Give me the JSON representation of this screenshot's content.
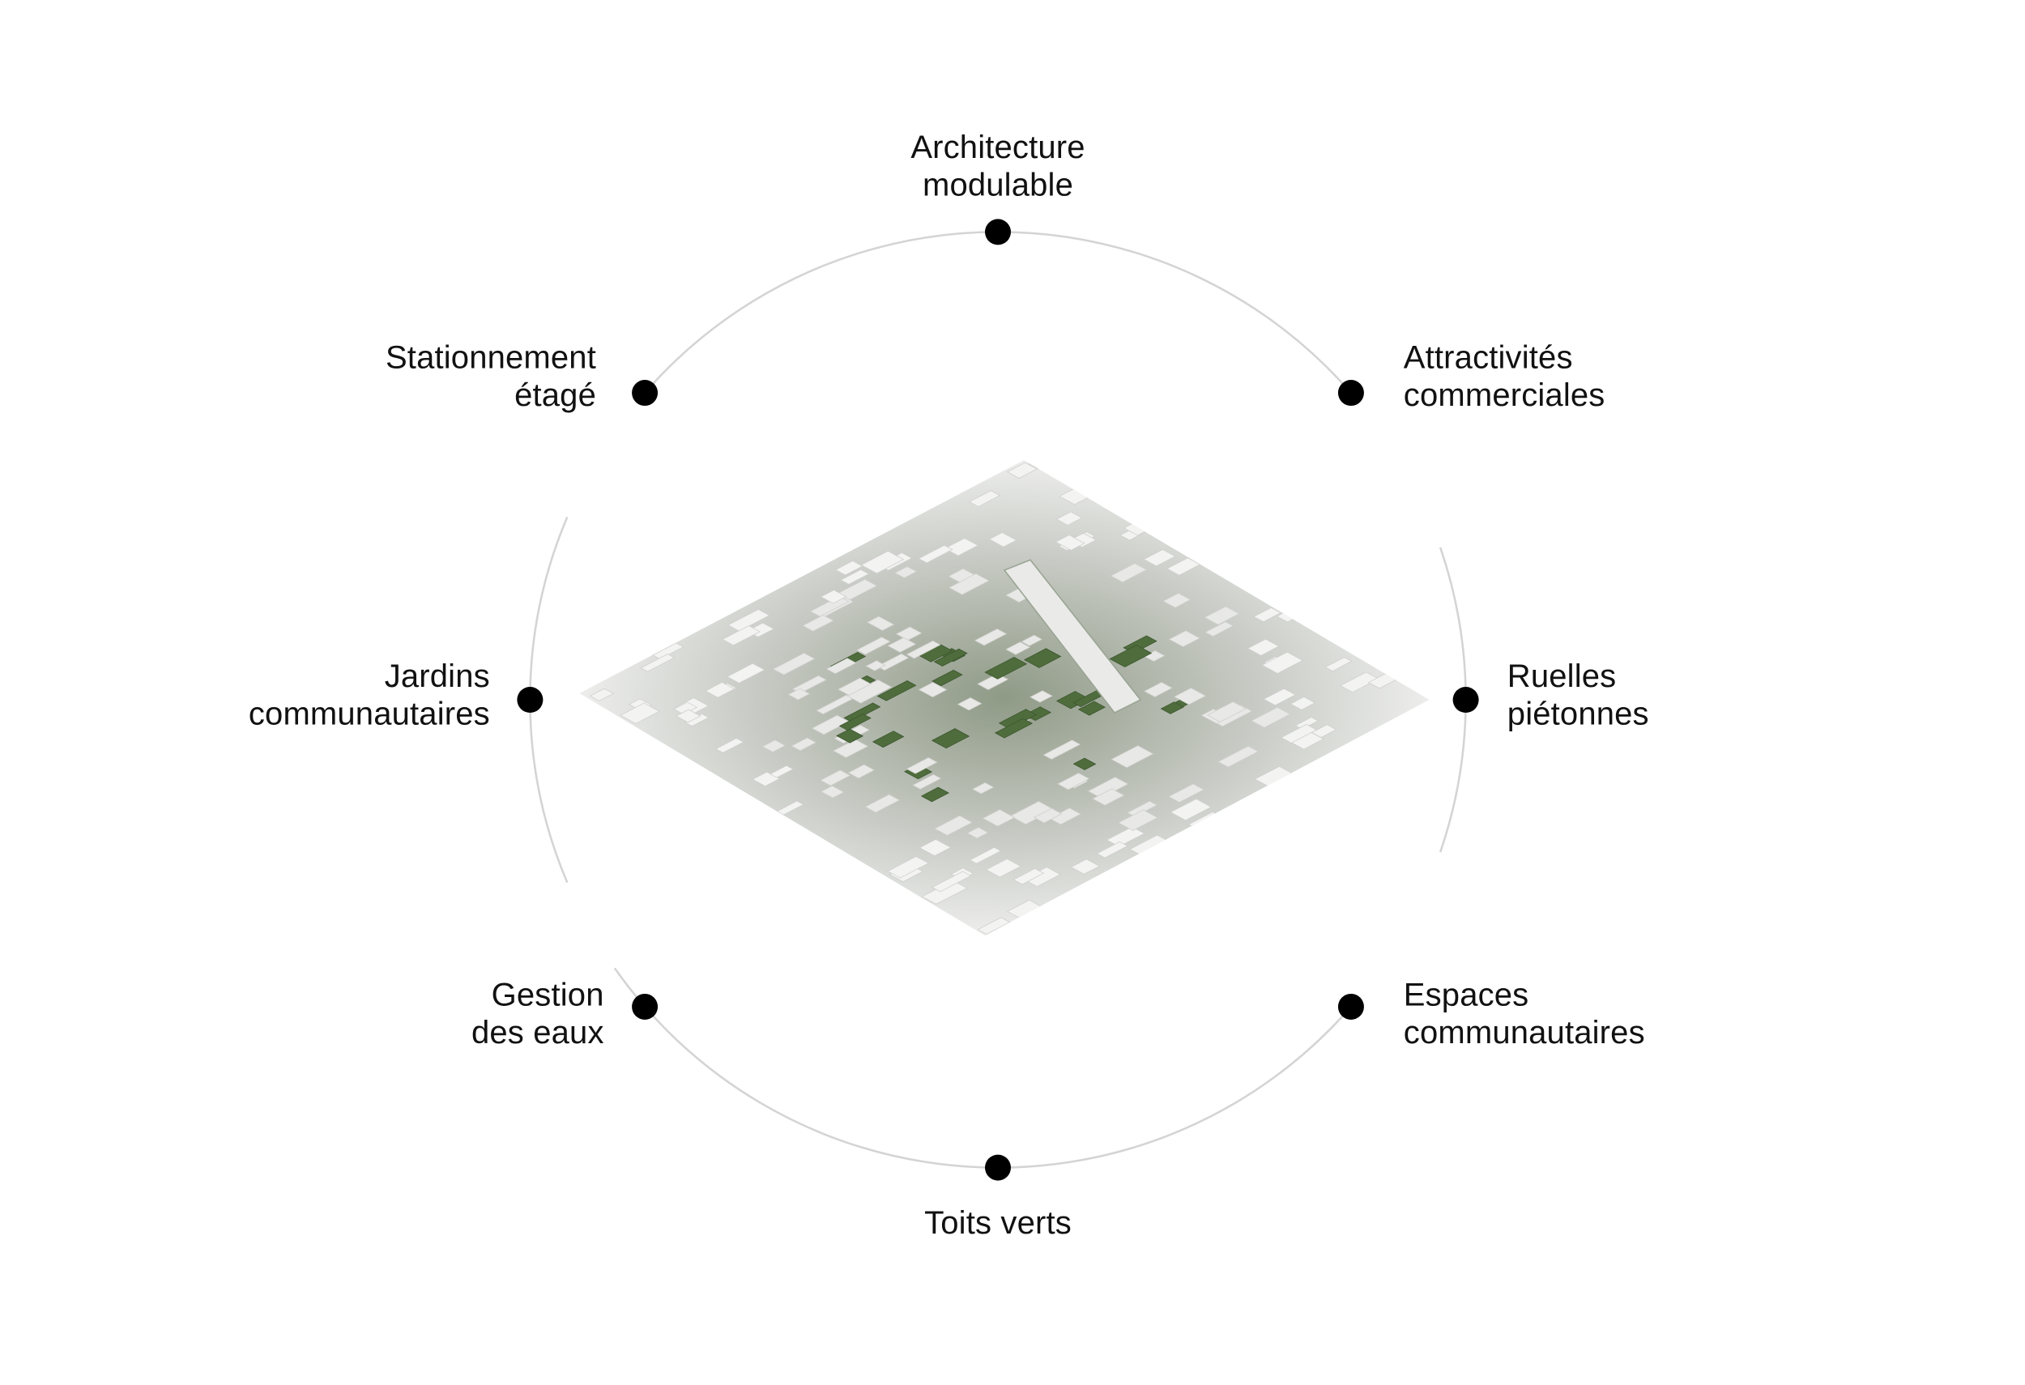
{
  "title": "Site concept diagram",
  "colors": {
    "ring": "#d4d4d4",
    "dot": "#000000",
    "text": "#111111",
    "green": "#5d7a4a"
  },
  "map_image": {
    "description_icon": "isometric-aerial-site-map"
  },
  "nodes": [
    {
      "id": "architecture",
      "lines": [
        "Architecture",
        "modulable"
      ]
    },
    {
      "id": "attractivites",
      "lines": [
        "Attractivités",
        "commerciales"
      ]
    },
    {
      "id": "ruelles",
      "lines": [
        "Ruelles",
        "piétonnes"
      ]
    },
    {
      "id": "espaces",
      "lines": [
        "Espaces",
        "communautaires"
      ]
    },
    {
      "id": "toits",
      "lines": [
        "Toits verts"
      ]
    },
    {
      "id": "gestion",
      "lines": [
        "Gestion",
        "des eaux"
      ]
    },
    {
      "id": "jardins",
      "lines": [
        "Jardins",
        "communautaires"
      ]
    },
    {
      "id": "stationnement",
      "lines": [
        "Stationnement",
        "étagé"
      ]
    }
  ]
}
